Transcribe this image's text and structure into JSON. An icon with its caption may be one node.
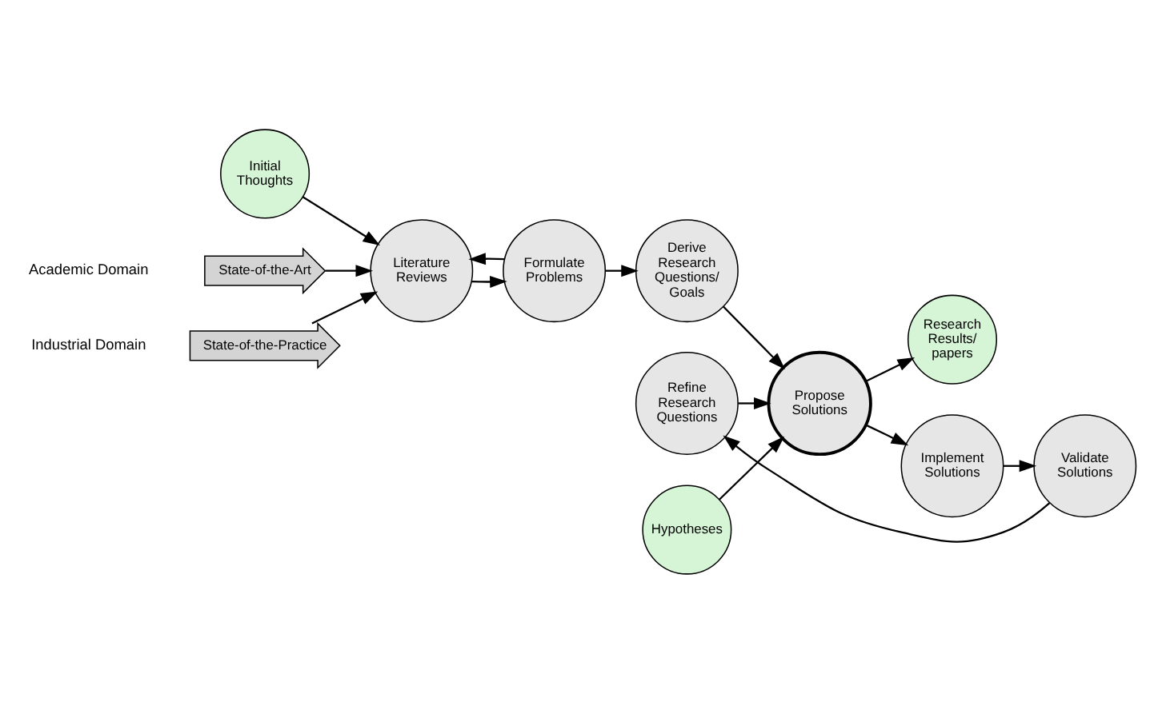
{
  "diagram": {
    "nodes": [
      {
        "text": [
          "Initial Thoughts"
        ]
      },
      {
        "text": [
          "Hypotheses"
        ]
      },
      {
        "text": [
          "Research Results/ papers"
        ]
      },
      {
        "text": [
          "State-of-the-Art"
        ]
      },
      {
        "text": [
          "State-of-the-Practice"
        ]
      },
      {
        "text": [
          "Literature Reviews"
        ]
      },
      {
        "text": [
          "Formulate Problems"
        ]
      },
      {
        "text": [
          "Derive Research Questions/ Goals"
        ]
      },
      {
        "text": [
          "Refine Research Questions"
        ]
      },
      {
        "text": [
          "Propose Solutions"
        ]
      },
      {
        "text": [
          "Implement Solutions"
        ]
      },
      {
        "text": [
          "Validate Solutions"
        ]
      }
    ],
    "edges": [
      {
        "from": 0,
        "to": 5,
        "arrow": "to"
      },
      {
        "from": 3,
        "to": 5,
        "arrow": "to"
      },
      {
        "from": 4,
        "to": 5,
        "arrow": "to"
      },
      {
        "from": 5,
        "to": 6,
        "arrow": "to"
      },
      {
        "from": 6,
        "to": 5,
        "arrow": "to"
      },
      {
        "from": 6,
        "to": 7,
        "arrow": "to"
      },
      {
        "from": 7,
        "to": 9,
        "arrow": "to"
      },
      {
        "from": 1,
        "to": 9,
        "arrow": "to"
      },
      {
        "from": 8,
        "to": 9,
        "arrow": "to"
      },
      {
        "from": 9,
        "to": 2,
        "arrow": "to"
      },
      {
        "from": 9,
        "to": 10,
        "arrow": "to"
      },
      {
        "from": 10,
        "to": 11,
        "arrow": "to"
      },
      {
        "from": 11,
        "to": 8,
        "arrow": "to"
      }
    ],
    "labels": [
      "Academic Domain",
      "Industrial Domain"
    ]
  }
}
